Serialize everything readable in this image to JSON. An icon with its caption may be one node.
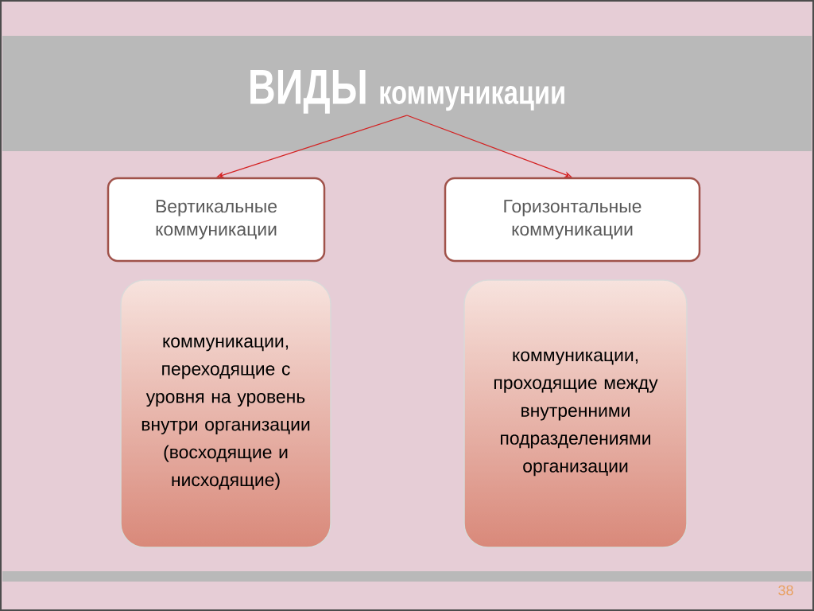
{
  "diagram": {
    "nodes": [
      {
        "text": [
          "ВИДЫ",
          "коммуникации"
        ]
      },
      {
        "text": [
          "Вертикальные коммуникации"
        ]
      },
      {
        "text": [
          "Горизонтальные коммуникации"
        ]
      },
      {
        "text": [
          "коммуникации, переходящие с уровня на уровень внутри организации (восходящие и нисходящие)"
        ]
      },
      {
        "text": [
          "коммуникации, проходящие между внутренними подразделениями организации"
        ]
      }
    ],
    "edges": [
      {
        "from": 0,
        "to": 1,
        "arrow": "to"
      },
      {
        "from": 0,
        "to": 2,
        "arrow": "to"
      }
    ],
    "labels": [
      "38"
    ]
  }
}
